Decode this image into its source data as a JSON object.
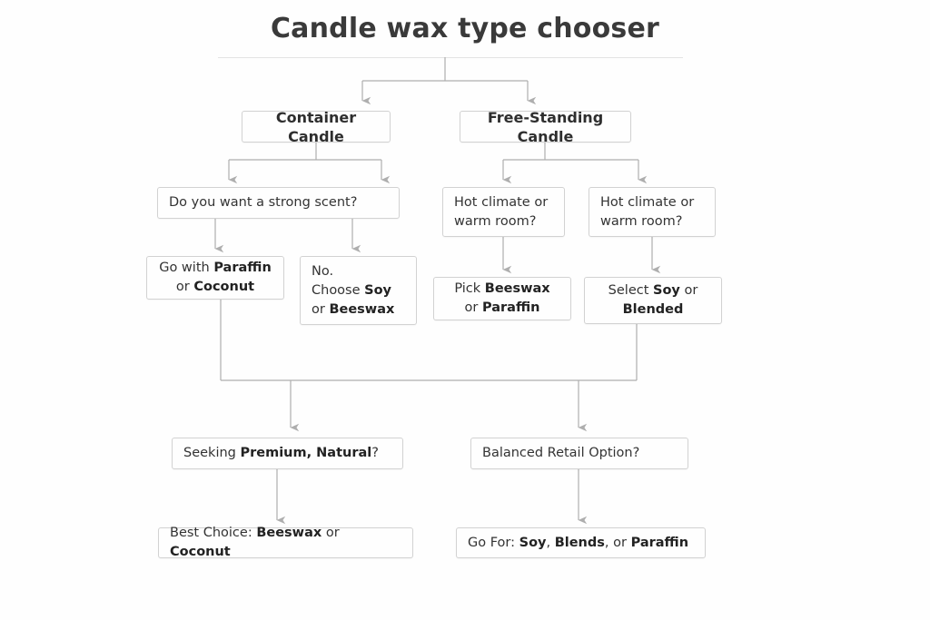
{
  "title": "Candle wax type chooser",
  "theme": {
    "background": "#fefefe",
    "node_border": "#d2d2d2",
    "node_fill": "#fefefe",
    "text": "#333333",
    "title_text": "#3a3a3a",
    "connector": "#aeaeae",
    "divider": "#e3e3e3"
  },
  "chart_data": {
    "type": "diagram",
    "title": "Candle wax type chooser",
    "orientation": "top-down",
    "nodes": [
      {
        "id": "root",
        "label": "Candle wax type chooser",
        "role": "title"
      },
      {
        "id": "container",
        "label": "Container Candle",
        "role": "category"
      },
      {
        "id": "freestand",
        "label": "Free-Standing Candle",
        "role": "category"
      },
      {
        "id": "scent",
        "label": "Do you want a strong scent?",
        "role": "question"
      },
      {
        "id": "hot1",
        "label": "Hot climate or warm room?",
        "role": "question"
      },
      {
        "id": "hot2",
        "label": "Hot climate or warm room?",
        "role": "question"
      },
      {
        "id": "paraffin",
        "label": "Go with Paraffin or Coconut",
        "role": "outcome"
      },
      {
        "id": "nosoy",
        "label": "No. Choose Soy or Beeswax",
        "role": "outcome"
      },
      {
        "id": "beeswax",
        "label": "Pick Beeswax or Paraffin",
        "role": "outcome"
      },
      {
        "id": "blended",
        "label": "Select Soy or Blended",
        "role": "outcome"
      },
      {
        "id": "premium",
        "label": "Seeking Premium, Natural?",
        "role": "question"
      },
      {
        "id": "balanced",
        "label": "Balanced Retail Option?",
        "role": "question"
      },
      {
        "id": "best",
        "label": "Best Choice: Beeswax or Coconut",
        "role": "result"
      },
      {
        "id": "gofor",
        "label": "Go For: Soy, Blends, or Paraffin",
        "role": "result"
      }
    ],
    "edges": [
      {
        "from": "root",
        "to": "container"
      },
      {
        "from": "root",
        "to": "freestand"
      },
      {
        "from": "container",
        "to": "scent"
      },
      {
        "from": "container",
        "to": "scent"
      },
      {
        "from": "freestand",
        "to": "hot1"
      },
      {
        "from": "freestand",
        "to": "hot2"
      },
      {
        "from": "scent",
        "to": "paraffin"
      },
      {
        "from": "scent",
        "to": "nosoy"
      },
      {
        "from": "hot1",
        "to": "beeswax"
      },
      {
        "from": "hot2",
        "to": "blended"
      },
      {
        "from": "paraffin",
        "to": "premium"
      },
      {
        "from": "blended",
        "to": "premium"
      },
      {
        "from": "paraffin",
        "to": "balanced"
      },
      {
        "from": "blended",
        "to": "balanced"
      },
      {
        "from": "premium",
        "to": "best"
      },
      {
        "from": "balanced",
        "to": "gofor"
      }
    ]
  },
  "nodes": {
    "container": {
      "text": "Container Candle"
    },
    "freestanding": {
      "text": "Free-Standing Candle"
    },
    "scent": {
      "text": "Do you want a strong scent?"
    },
    "hot_left": {
      "line1": "Hot climate or",
      "line2": "warm room?"
    },
    "hot_right": {
      "line1": "Hot climate or",
      "line2": "warm room?"
    },
    "paraffin": {
      "line1_pre": "Go with ",
      "line1_bold": "Paraffin",
      "line2_pre": "or ",
      "line2_bold": "Coconut"
    },
    "nosoy": {
      "line1": "No.",
      "line2_pre": "Choose ",
      "line2_bold": "Soy",
      "line3_pre": "or ",
      "line3_bold": "Beeswax"
    },
    "beeswax": {
      "line1_pre": "Pick ",
      "line1_bold": "Beeswax",
      "line2_pre": "or ",
      "line2_bold": "Paraffin"
    },
    "blended": {
      "line1_pre": "Select ",
      "line1_bold": "Soy",
      "line1_post": " or",
      "line2_bold": "Blended"
    },
    "premium": {
      "pre": "Seeking ",
      "bold": "Premium, Natural",
      "post": "?"
    },
    "balanced": {
      "text": "Balanced Retail Option?"
    },
    "best": {
      "pre": "Best Choice: ",
      "bold1": "Beeswax",
      "mid": " or ",
      "bold2": "Coconut"
    },
    "gofor": {
      "pre": "Go For: ",
      "bold1": "Soy",
      "mid1": ", ",
      "bold2": "Blends",
      "mid2": ", or ",
      "bold3": "Paraffin"
    }
  }
}
